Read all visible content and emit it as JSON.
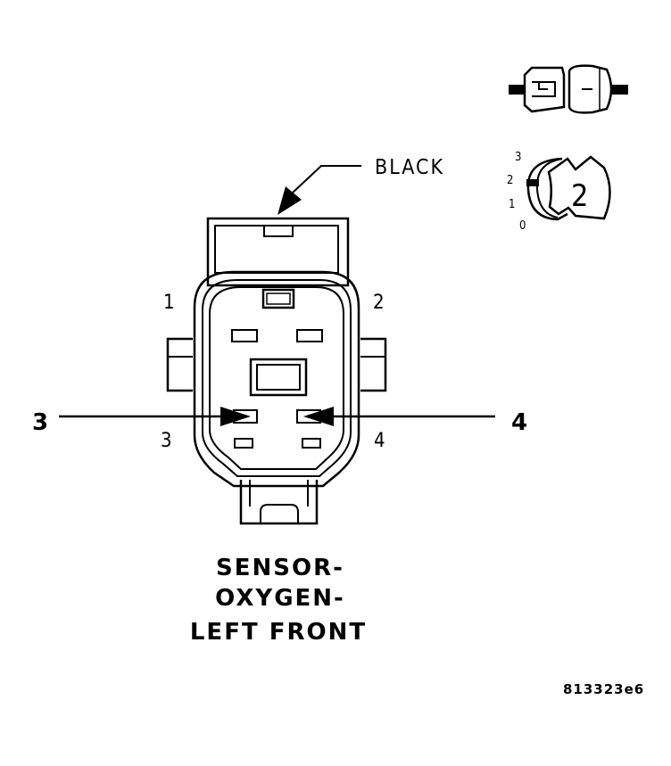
{
  "connector_color_label": "BLACK",
  "cavity_labels": {
    "c1": "1",
    "c2": "2",
    "c3": "3",
    "c4": "4"
  },
  "callouts": {
    "left": "3",
    "right": "4"
  },
  "title_lines": [
    "SENSOR-",
    "OXYGEN-",
    "LEFT FRONT"
  ],
  "rotation_scale": {
    "s3": "3",
    "s2": "2",
    "s1": "1",
    "s0": "0"
  },
  "rotation_number": "2",
  "figure_id": "813323e6",
  "colors": {
    "line": "#000000",
    "background": "#ffffff"
  }
}
